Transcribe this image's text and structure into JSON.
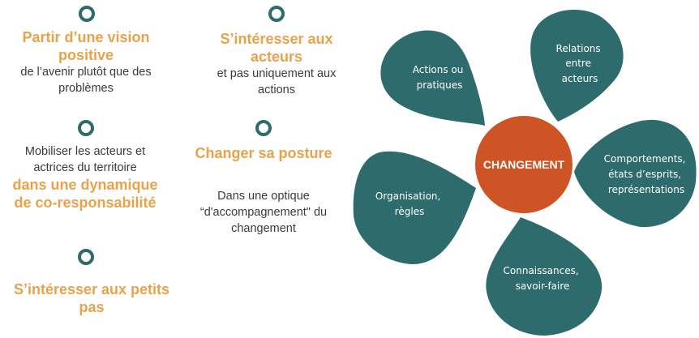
{
  "principles": {
    "p1": {
      "title_lines": [
        "Partir d’une vision",
        "positive"
      ],
      "text_lines": [
        "de l’avenir plutôt que des",
        "problèmes"
      ]
    },
    "p2": {
      "title_lines": [
        "S’intéresser aux",
        "acteurs"
      ],
      "text_lines": [
        "et pas uniquement aux",
        "actions"
      ]
    },
    "p3": {
      "text_lines": [
        "Mobiliser les acteurs et",
        "actrices du territoire"
      ],
      "title_lines": [
        "dans une dynamique",
        "de co-responsabilité"
      ]
    },
    "p4": {
      "title_lines": [
        "Changer sa posture"
      ],
      "text_lines": [
        "Dans une optique",
        "“d'accompagnement\" du",
        "changement"
      ]
    },
    "p5": {
      "title_lines": [
        "S’intéresser aux petits",
        "pas"
      ]
    }
  },
  "flower": {
    "center": "CHANGEMENT",
    "petals": [
      {
        "lines": [
          "Actions ou",
          "pratiques"
        ]
      },
      {
        "lines": [
          "Relations",
          "entre",
          "acteurs"
        ]
      },
      {
        "lines": [
          "Comportements,",
          "états d’esprits,",
          "représentations"
        ]
      },
      {
        "lines": [
          "Connaissances,",
          "savoir-faire"
        ]
      },
      {
        "lines": [
          "Organisation,",
          "règles"
        ]
      }
    ]
  },
  "colors": {
    "accent": "#e8a24c",
    "petal": "#2e6b6c",
    "center": "#cf5425",
    "text": "#3b3b3b"
  }
}
